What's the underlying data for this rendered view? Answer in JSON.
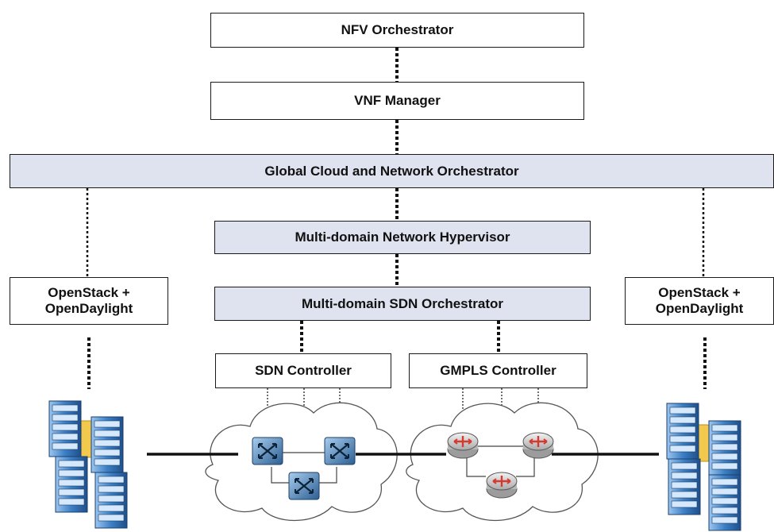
{
  "diagram": {
    "nfv_orchestrator": "NFV Orchestrator",
    "vnf_manager": "VNF Manager",
    "global_orchestrator": "Global Cloud and Network Orchestrator",
    "network_hypervisor": "Multi-domain Network Hypervisor",
    "sdn_orchestrator": "Multi-domain SDN Orchestrator",
    "sdn_controller": "SDN Controller",
    "gmpls_controller": "GMPLS Controller",
    "left_cloud_ctrl": {
      "line1": "OpenStack +",
      "line2": "OpenDaylight"
    },
    "right_cloud_ctrl": {
      "line1": "OpenStack +",
      "line2": "OpenDaylight"
    }
  },
  "icons": {
    "datacenter": "server-rack-icon",
    "sdn_switch": "sdn-switch-icon",
    "gmpls_router": "optical-router-icon",
    "network_cloud": "network-cloud-icon"
  },
  "colors": {
    "shaded_fill": "#dfe3f0",
    "server_blue": "#3b7fc4",
    "server_yellow": "#f2c94c",
    "switch_blue": "#3f7fb8",
    "router_red": "#d43a2f"
  }
}
